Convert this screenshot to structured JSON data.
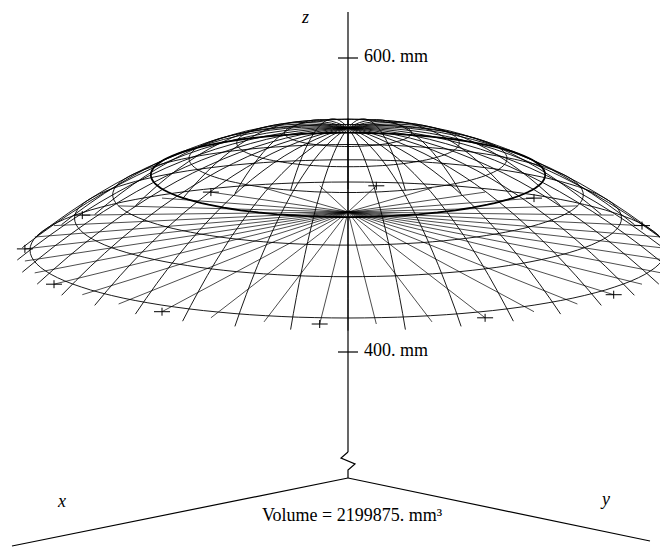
{
  "diagram": {
    "labels": [
      "z",
      "600. mm",
      "400. mm",
      "x",
      "Volume = 2199875. mm³",
      "y"
    ]
  }
}
